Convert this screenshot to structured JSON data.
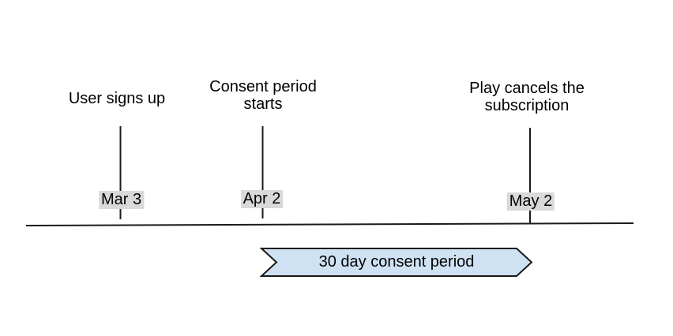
{
  "diagram": {
    "title_implied": "",
    "background": "#ffffff",
    "events": [
      {
        "label": "User signs up",
        "date": "Mar 3"
      },
      {
        "label": "Consent period\nstarts",
        "date": "Apr 2"
      },
      {
        "label": "Play cancels the\nsubscription",
        "date": "May 2"
      }
    ],
    "banner": {
      "label": "30 day consent period",
      "fill": "#cfe2f3",
      "stroke": "#1a1a1a"
    },
    "colors": {
      "line": "#1a1a1a",
      "date_highlight": "#d9d9d9",
      "text": "#000000"
    }
  }
}
